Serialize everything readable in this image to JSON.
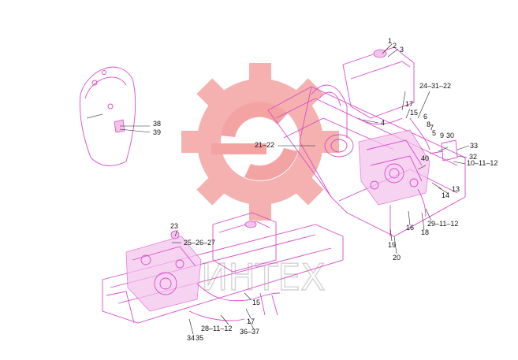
{
  "watermark": {
    "text": "ИНТЕХ",
    "gear_color": "#f08080"
  },
  "colors": {
    "parts": "#d94cc8",
    "parts_fill": "#f3c3ec",
    "labels": "#111111"
  },
  "labels": {
    "l1": "1",
    "l2": "2",
    "l3": "3",
    "l24_31_22": "24–31–22",
    "l17a": "17",
    "l15a": "15",
    "l6": "6",
    "l4": "4",
    "l8": "8",
    "l7": "7",
    "l5": "5",
    "l9": "9",
    "l30": "30",
    "l33": "33",
    "l32": "32",
    "l10_11_12": "10–11–12",
    "l40": "40",
    "l13": "13",
    "l14": "14",
    "l29_11_12": "29–11–12",
    "l18": "18",
    "l16": "16",
    "l19": "19",
    "l20": "20",
    "l21_22": "21–22",
    "l38": "38",
    "l39": "39",
    "l23": "23",
    "l25_26_27": "25–26–27",
    "l15b": "15",
    "l17b": "17",
    "l28_11_12": "28–11–12",
    "l36_37": "36–37",
    "l34": "34",
    "l35": "35"
  }
}
